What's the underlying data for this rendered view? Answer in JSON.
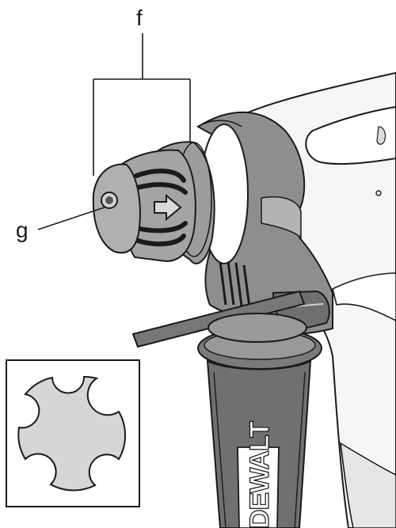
{
  "figure": {
    "labels": {
      "f": "f",
      "g": "g"
    },
    "brand": "DEWALT"
  },
  "colors": {
    "line": "#1a1a1a",
    "tool_dark": "#8a8a8a",
    "tool_mid": "#a8a8a8",
    "tool_light": "#c9c9c9",
    "tool_body": "#f4f4f4",
    "shank_fill": "#d6d6d6"
  },
  "icons": {
    "arrow_on_collar": "arrow-right-icon",
    "shank_profile": "sds-shank-cross-section"
  }
}
